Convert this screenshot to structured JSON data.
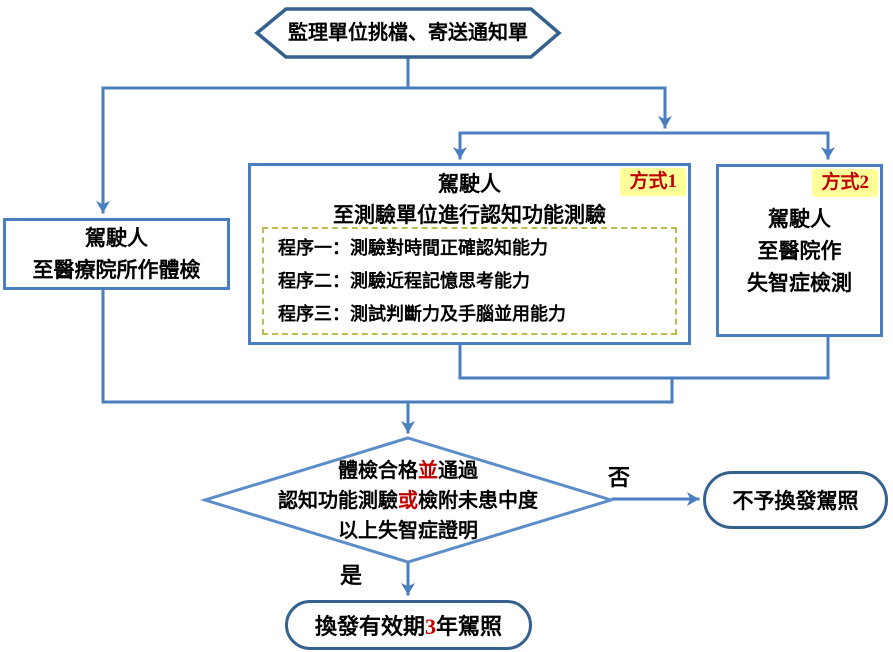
{
  "colors": {
    "connector_blue": "#4A7EBE",
    "process_border_blue": "#4A7EBE",
    "diamond_border_blue": "#5B8DC8",
    "terminal_border_blue": "#35618F",
    "badge_background_yellow": "#FFFF99",
    "emphasis_red": "#C00000",
    "procedure_dashed_olive": "#BDBD4B"
  },
  "start": {
    "label": "監理單位挑檔、寄送通知單"
  },
  "physical_exam_box": {
    "line1": "駕駛人",
    "line2": "至醫療院所作體檢"
  },
  "method1": {
    "badge": "方式1",
    "title_line1": "駕駛人",
    "title_line2": "至測驗單位進行認知功能測驗",
    "procedures": [
      "程序一：測驗對時間正確認知能力",
      "程序二：測驗近程記憶思考能力",
      "程序三：測試判斷力及手腦並用能力"
    ]
  },
  "method2": {
    "badge": "方式2",
    "line1": "駕駛人",
    "line2": "至醫院作",
    "line3": "失智症檢測"
  },
  "decision": {
    "line1": {
      "pre": "體檢合格",
      "em": "並",
      "post": "通過"
    },
    "line2": {
      "pre": "認知功能測驗",
      "em": "或",
      "post": "檢附未患中度"
    },
    "line3": "以上失智症證明",
    "no_label": "否",
    "yes_label": "是"
  },
  "reject_box": {
    "label": "不予換發駕照"
  },
  "renew_box": {
    "pre": "換發有效期",
    "em": "3",
    "post": "年駕照"
  }
}
